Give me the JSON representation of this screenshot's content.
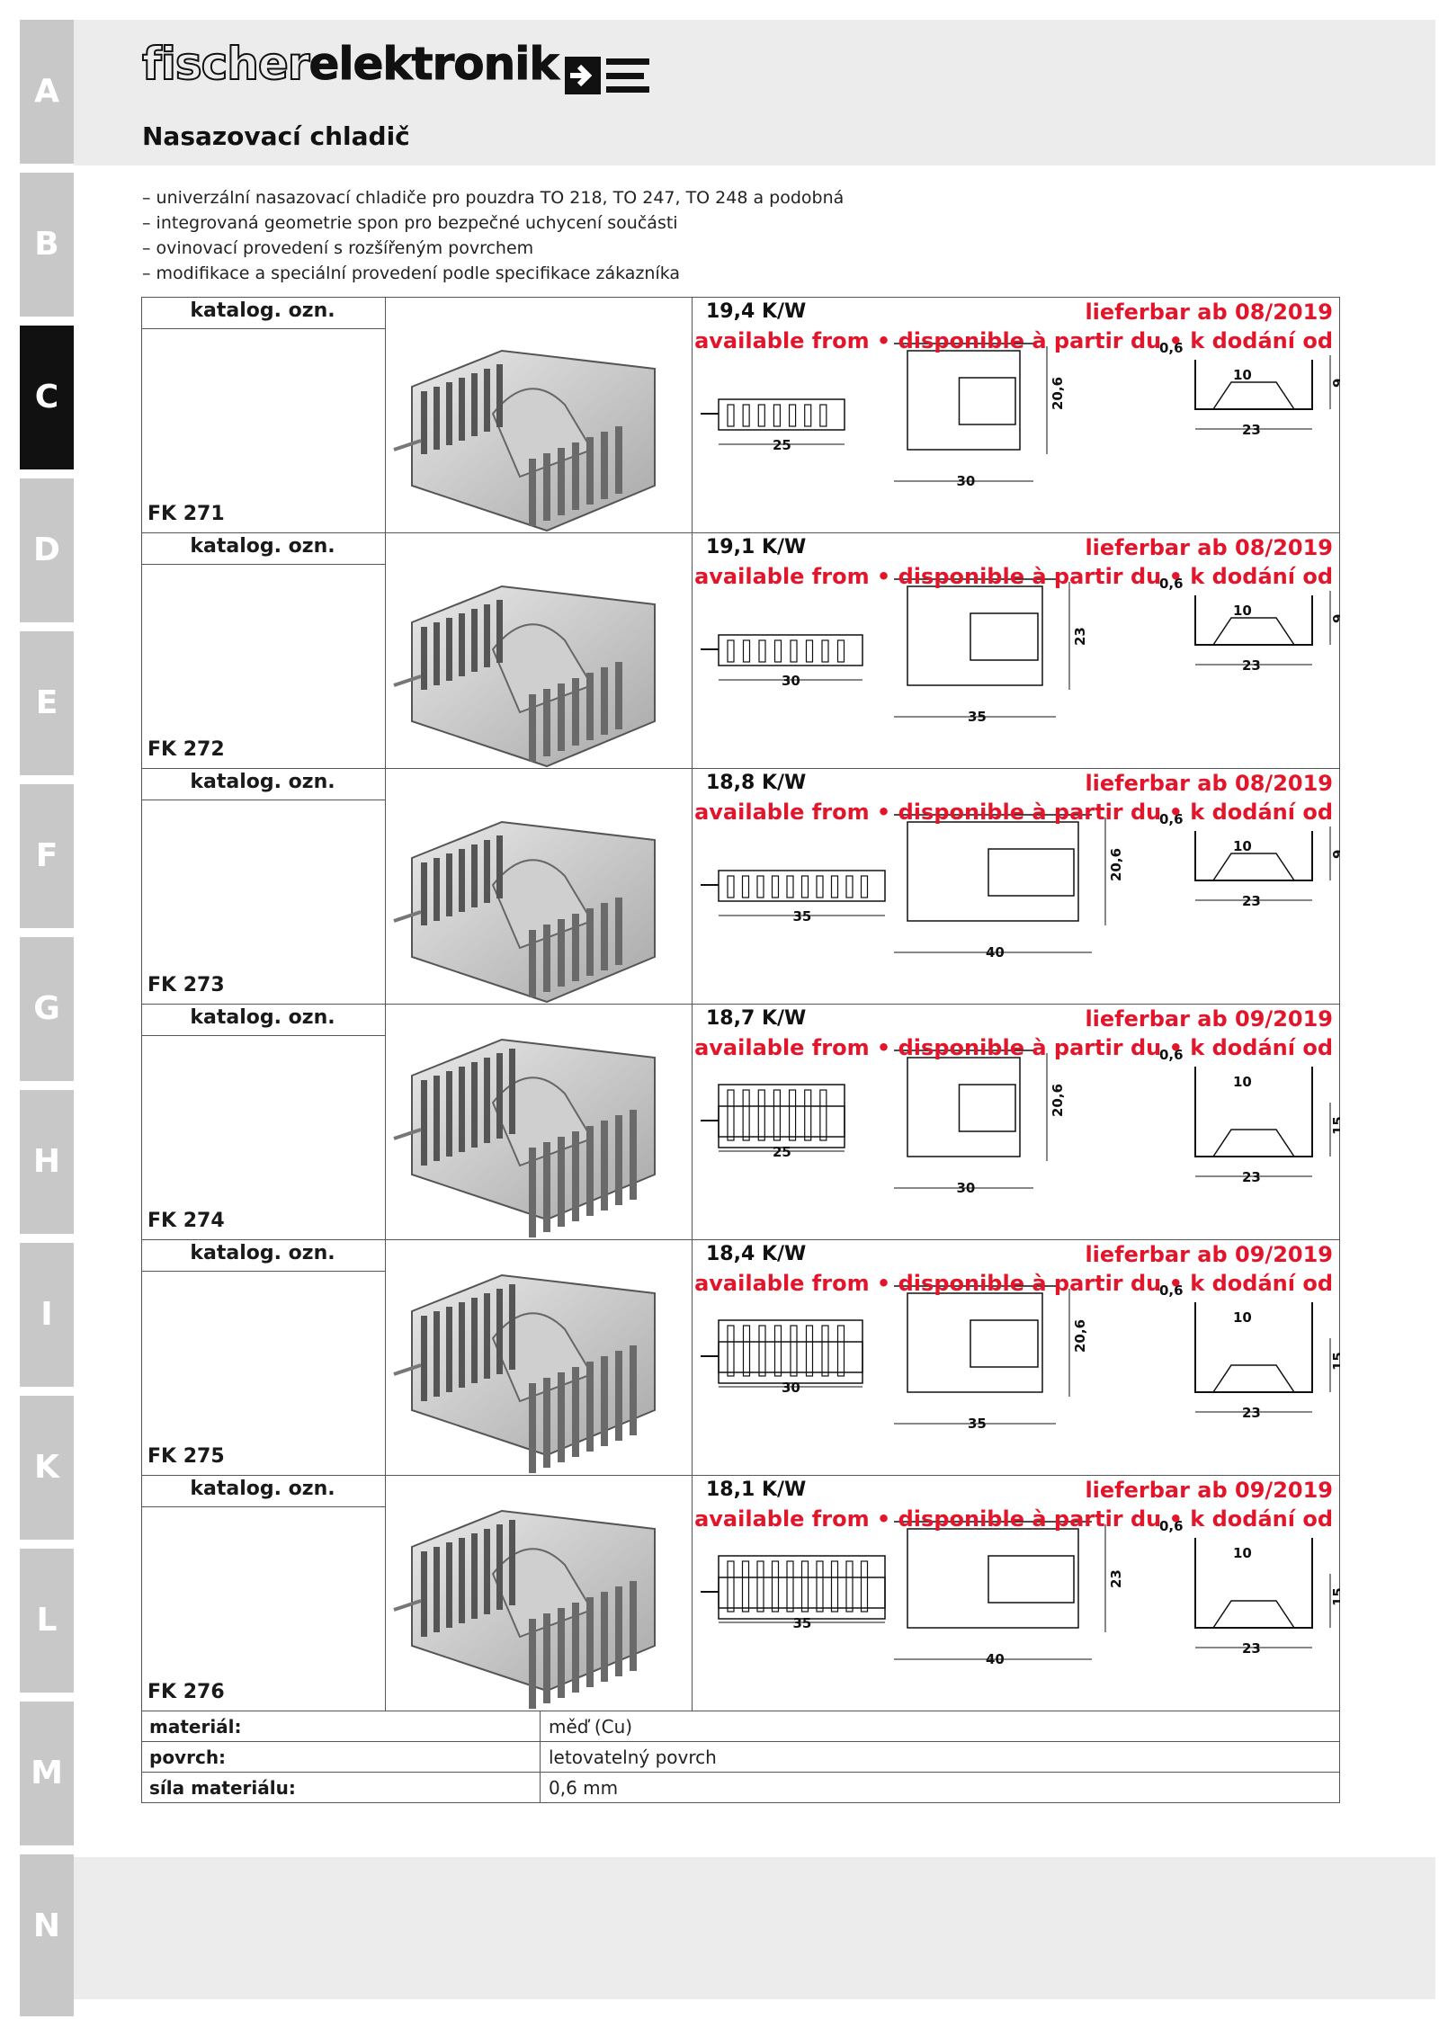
{
  "tabs": [
    {
      "letter": "A",
      "active": false
    },
    {
      "letter": "B",
      "active": false
    },
    {
      "letter": "C",
      "active": true
    },
    {
      "letter": "D",
      "active": false
    },
    {
      "letter": "E",
      "active": false
    },
    {
      "letter": "F",
      "active": false
    },
    {
      "letter": "G",
      "active": false
    },
    {
      "letter": "H",
      "active": false
    },
    {
      "letter": "I",
      "active": false
    },
    {
      "letter": "K",
      "active": false
    },
    {
      "letter": "L",
      "active": false
    },
    {
      "letter": "M",
      "active": false
    },
    {
      "letter": "N",
      "active": false
    }
  ],
  "brand": {
    "part1": "fischer",
    "part2": "elektronik"
  },
  "title": "Nasazovací chladič",
  "bullets": [
    "univerzální nasazovací chladiče pro pouzdra TO 218, TO 247, TO 248 a podobná",
    "integrovaná geometrie spon pro bezpečné uchycení součásti",
    "ovinovací provedení s rozšířeným povrchem",
    "modifikace a speciální provedení podle specifikace zákazníka"
  ],
  "catalog_label": "katalog. ozn.",
  "availability_line2": "available from • disponible à partir du • k dodání od",
  "products": [
    {
      "code": "FK 271",
      "rth": "19,4 K/W",
      "availability": "lieferbar ab 08/2019",
      "w1": "25",
      "w2": "30",
      "h": "20,6",
      "t": "0,6",
      "inner": "10",
      "outer": "23",
      "height": "9"
    },
    {
      "code": "FK 272",
      "rth": "19,1 K/W",
      "availability": "lieferbar ab 08/2019",
      "w1": "30",
      "w2": "35",
      "h": "23",
      "t": "0,6",
      "inner": "10",
      "outer": "23",
      "height": "9"
    },
    {
      "code": "FK 273",
      "rth": "18,8 K/W",
      "availability": "lieferbar ab 08/2019",
      "w1": "35",
      "w2": "40",
      "h": "20,6",
      "t": "0,6",
      "inner": "10",
      "outer": "23",
      "height": "9"
    },
    {
      "code": "FK 274",
      "rth": "18,7 K/W",
      "availability": "lieferbar ab 09/2019",
      "w1": "25",
      "w2": "30",
      "h": "20,6",
      "t": "0,6",
      "inner": "10",
      "outer": "23",
      "height": "15"
    },
    {
      "code": "FK 275",
      "rth": "18,4 K/W",
      "availability": "lieferbar ab 09/2019",
      "w1": "30",
      "w2": "35",
      "h": "20,6",
      "t": "0,6",
      "inner": "10",
      "outer": "23",
      "height": "15"
    },
    {
      "code": "FK 276",
      "rth": "18,1 K/W",
      "availability": "lieferbar ab 09/2019",
      "w1": "35",
      "w2": "40",
      "h": "23",
      "t": "0,6",
      "inner": "10",
      "outer": "23",
      "height": "15"
    }
  ],
  "properties": [
    {
      "key": "materiál:",
      "value": "měď (Cu)"
    },
    {
      "key": "povrch:",
      "value": "letovatelný povrch"
    },
    {
      "key": "síla materiálu:",
      "value": "0,6 mm"
    }
  ]
}
